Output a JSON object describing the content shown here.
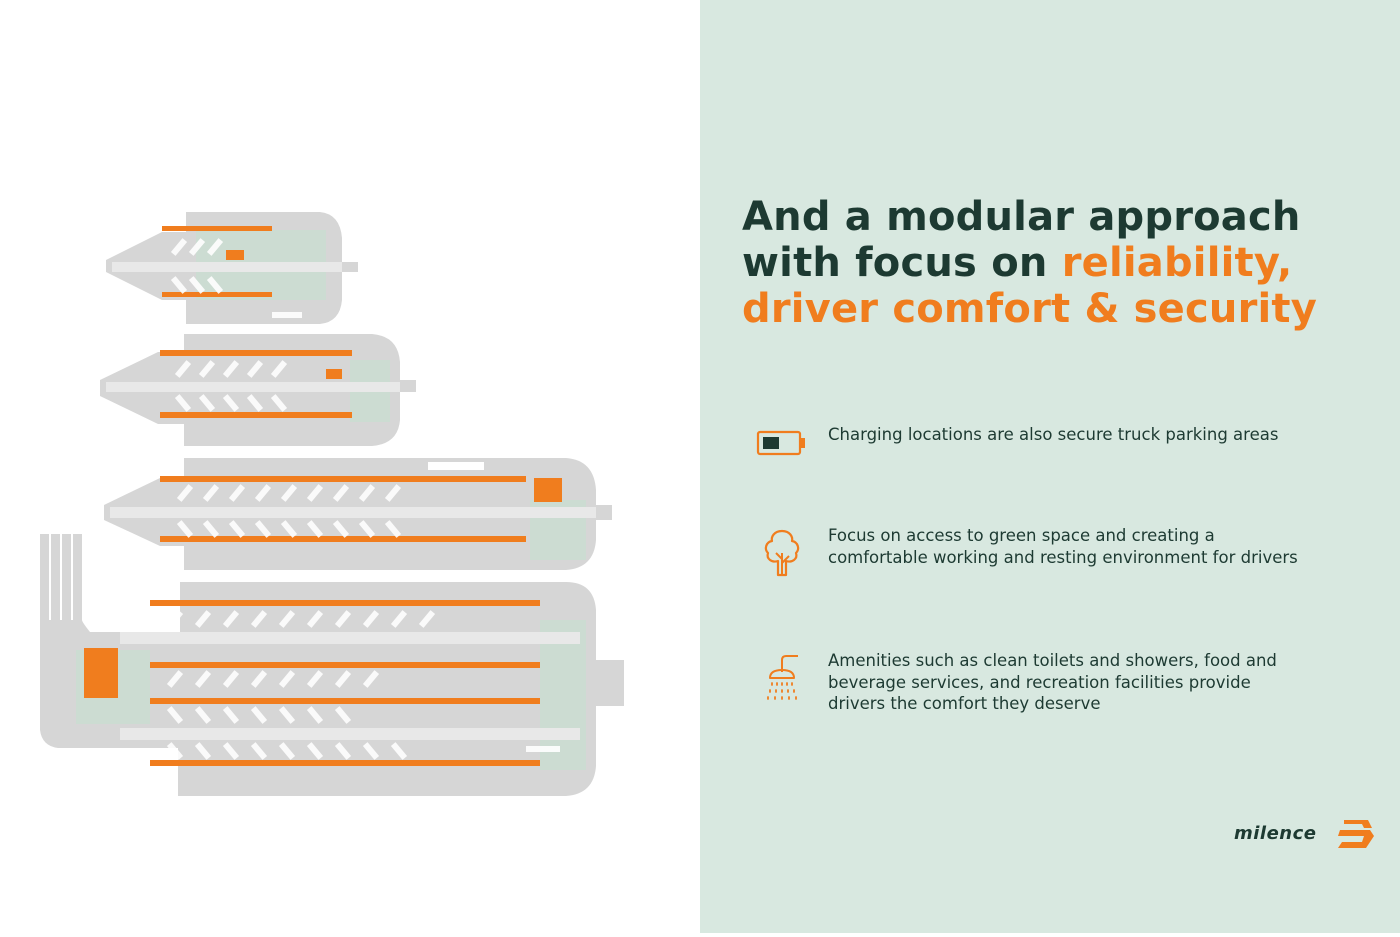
{
  "headline": {
    "line1": "And a modular approach",
    "line2_plain": "with focus on ",
    "line2_accent": "reliability,",
    "line3_accent": "driver comfort & security"
  },
  "features": [
    {
      "icon": "battery-icon",
      "text": "Charging locations are also secure truck parking areas"
    },
    {
      "icon": "tree-icon",
      "text": "Focus on access to green space and creating a comfortable working and resting environment for drivers"
    },
    {
      "icon": "shower-icon",
      "text": "Amenities such as clean toilets and showers, food and beverage services, and recreation facilities provide drivers the comfort they deserve"
    }
  ],
  "logo": {
    "text": "milence",
    "icon": "milence-logo-mark"
  },
  "colors": {
    "accent": "#f07d1e",
    "heading": "#1d3a32",
    "panel_bg": "#d8e8e0",
    "lot_surface": "#d4d4d4",
    "green_area": "#c9ddd1"
  },
  "illustration": {
    "description_icon": "charging-hub-site-plans-illustration",
    "modules": 4
  }
}
